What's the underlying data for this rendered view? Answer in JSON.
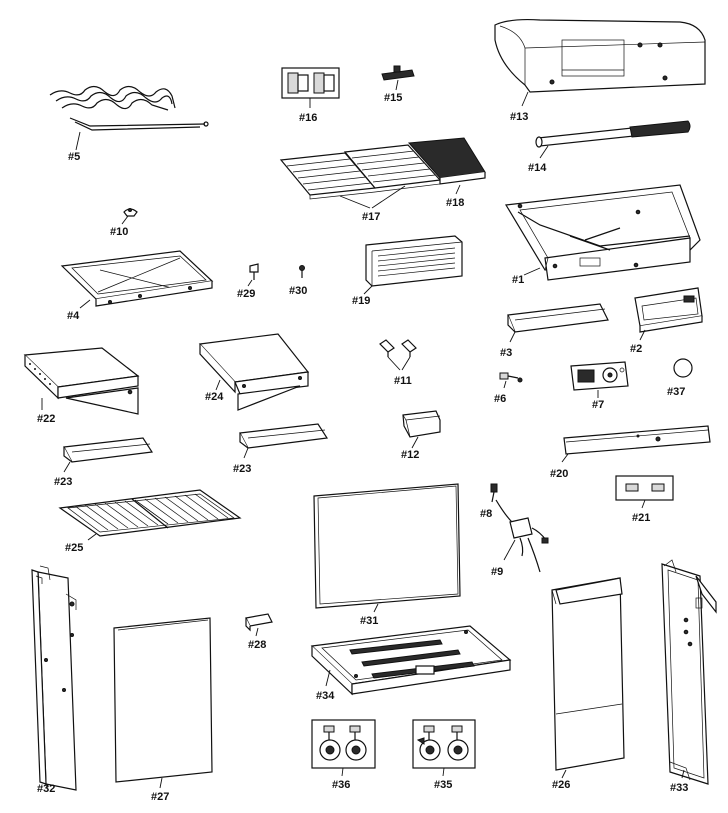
{
  "diagram": {
    "type": "exploded-parts-view",
    "labels": {
      "p1": "#1",
      "p2": "#2",
      "p3": "#3",
      "p4": "#4",
      "p5": "#5",
      "p6": "#6",
      "p7": "#7",
      "p8": "#8",
      "p9": "#9",
      "p10": "#10",
      "p11": "#11",
      "p12": "#12",
      "p13": "#13",
      "p14": "#14",
      "p15": "#15",
      "p16": "#16",
      "p17": "#17",
      "p18": "#18",
      "p19": "#19",
      "p20": "#20",
      "p21": "#21",
      "p22": "#22",
      "p23a": "#23",
      "p23b": "#23",
      "p24": "#24",
      "p25": "#25",
      "p26": "#26",
      "p27": "#27",
      "p28": "#28",
      "p29": "#29",
      "p30": "#30",
      "p31": "#31",
      "p32": "#32",
      "p33": "#33",
      "p34": "#34",
      "p35": "#35",
      "p36": "#36",
      "p37": "#37"
    }
  }
}
